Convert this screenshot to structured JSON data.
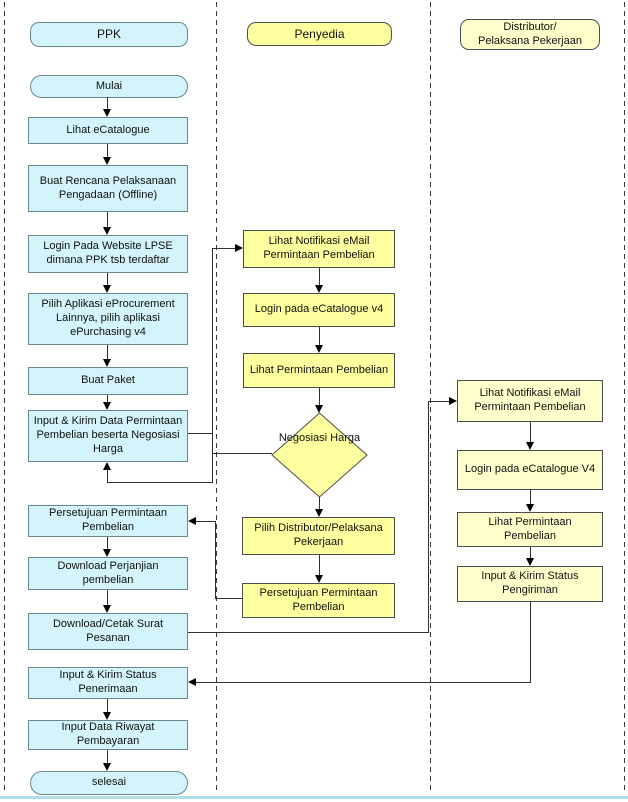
{
  "lanes": [
    {
      "header": "PPK",
      "nodes": {
        "mulai": "Mulai",
        "lihat_ecatalogue": "Lihat eCatalogue",
        "buat_rencana": "Buat Rencana Pelaksanaan Pengadaan (Offline)",
        "login_lpse": "Login Pada Website LPSE dimana PPK tsb terdaftar",
        "pilih_aplikasi": "Pilih Aplikasi eProcurement Lainnya, pilih aplikasi ePurchasing v4",
        "buat_paket": "Buat Paket",
        "input_kirim_data": "Input & Kirim Data Permintaan Pembelian beserta Negosiasi Harga",
        "persetujuan": "Persetujuan Permintaan Pembelian",
        "download_perjanjian": "Download Perjanjian pembelian",
        "download_cetak": "Download/Cetak Surat Pesanan",
        "input_status_penerimaan": "Input & Kirim Status Penerimaan",
        "input_riwayat": "Input Data Riwayat Pembayaran",
        "selesai": "selesai"
      }
    },
    {
      "header": "Penyedia",
      "nodes": {
        "lihat_notifikasi": "Lihat Notifikasi eMail Permintaan Pembelian",
        "login_ecatalogue": "Login pada eCatalogue v4",
        "lihat_permintaan": "Lihat Permintaan Pembelian",
        "negosiasi_harga": "Negosiasi Harga",
        "pilih_distributor": "Pilih Distributor/Pelaksana Pekerjaan",
        "persetujuan": "Persetujuan Permintaan Pembelian"
      }
    },
    {
      "header_line1": "Distributor/",
      "header_line2": "Pelaksana Pekerjaan",
      "nodes": {
        "lihat_notifikasi": "Lihat Notifikasi eMail Permintaan Pembelian",
        "login_ecatalogue": "Login pada eCatalogue V4",
        "lihat_permintaan": "Lihat Permintaan Pembelian",
        "input_status_pengiriman": "Input & Kirim Status Pengiriman"
      }
    }
  ],
  "colors": {
    "ppk_fill": "#d2f4fa",
    "penyedia_fill": "#feff9e",
    "distributor_fill": "#ffffcc",
    "connector": "#303030",
    "divider": "#3a3a3a",
    "bottom_rule": "#b0dfe8"
  }
}
